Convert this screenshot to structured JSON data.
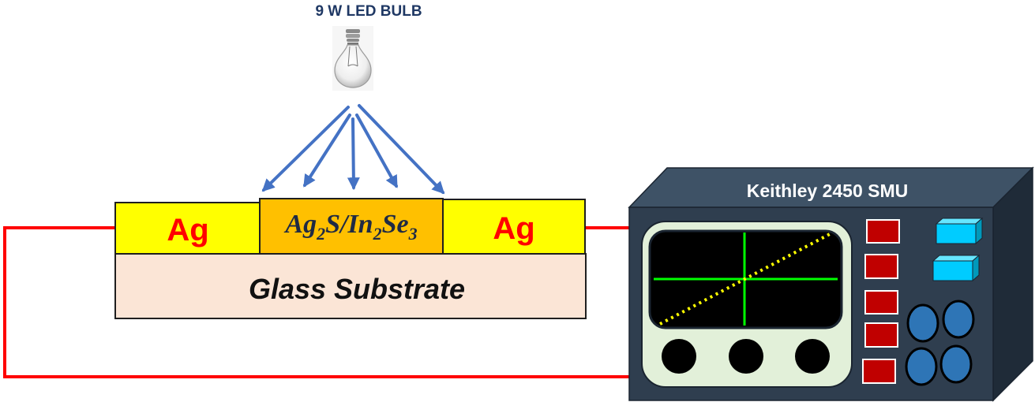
{
  "light_source": {
    "label": "9 W LED BULB",
    "icon": "light-bulb-icon"
  },
  "device": {
    "left_electrode": "Ag",
    "right_electrode": "Ag",
    "active_layer": {
      "parts": [
        {
          "text": "Ag",
          "sub": "2"
        },
        {
          "text": "S/In",
          "sub": "2"
        },
        {
          "text": "Se",
          "sub": "3"
        }
      ]
    },
    "substrate": "Glass Substrate"
  },
  "instrument": {
    "label": "Keithley 2450 SMU"
  },
  "colors": {
    "electrode": "#ffff00",
    "active_layer": "#ffc000",
    "substrate": "#fbe5d6",
    "wire": "#ff0000",
    "light_arrow": "#4472c4",
    "instrument_face": "#2f3e4f",
    "instrument_side": "#1f2b38",
    "instrument_top": "#3e5266",
    "panel": "#e2f0d9",
    "screen": "#000000",
    "screen_axes": "#00ff00",
    "screen_trace": "#ffff00",
    "indicator": "#c00000",
    "key": "#00ccff",
    "dial": "#2e75b6"
  }
}
